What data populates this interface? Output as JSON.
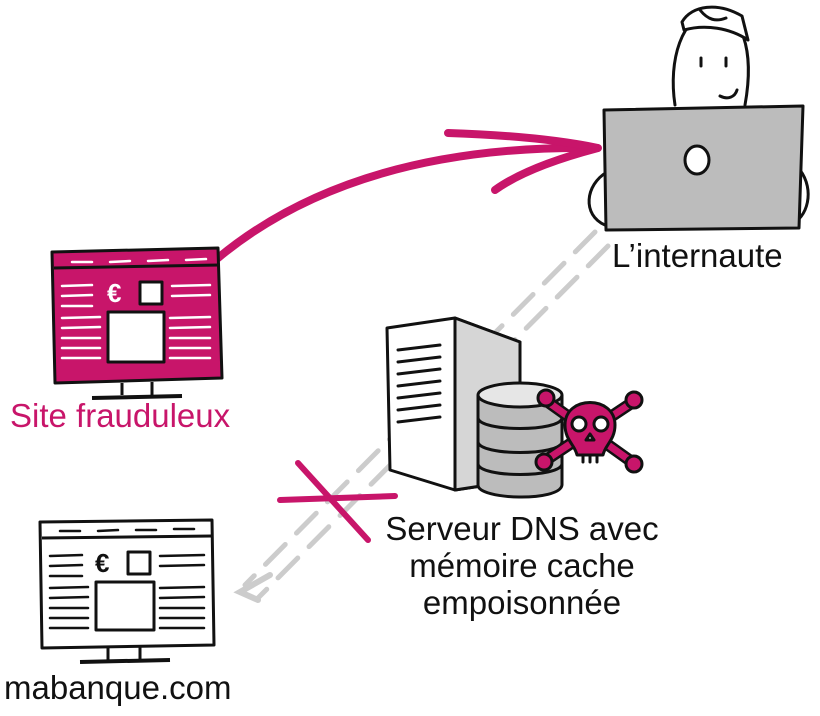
{
  "labels": {
    "internaute": "L’internaute",
    "fraudulent_site": "Site frauduleux",
    "dns_server_line1": "Serveur DNS avec",
    "dns_server_line2": "mémoire cache",
    "dns_server_line3": "empoisonnée",
    "bank_site": "mabanque.com"
  },
  "icons": {
    "user": "user-with-laptop-icon",
    "fraudulent_site": "fraudulent-website-monitor-icon",
    "dns_server": "server-with-database-icon",
    "poison": "skull-crossbones-icon",
    "bank_site": "bank-website-monitor-icon",
    "blocked": "red-cross-icon"
  },
  "colors": {
    "accent": "#c8156a",
    "line": "#111111",
    "laptop": "#bcbcbc",
    "dashed_arrow": "#cccccc"
  }
}
